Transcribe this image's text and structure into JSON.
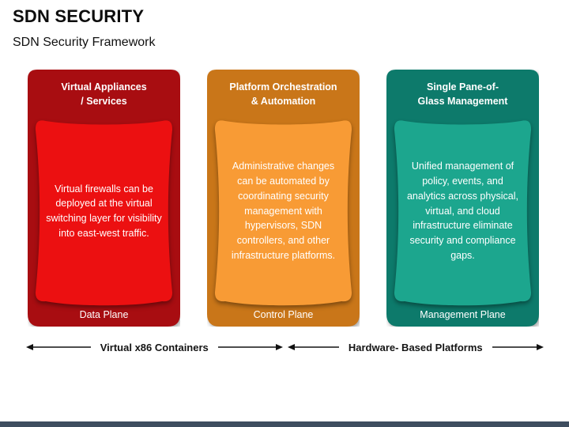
{
  "slide": {
    "title": "SDN SECURITY",
    "subtitle": "SDN Security Framework"
  },
  "columns": [
    {
      "header_line1": "Virtual Appliances",
      "header_line2": "/ Services",
      "body": "Virtual firewalls can be deployed at the virtual switching layer for visibility into east-west traffic.",
      "footer": "Data Plane",
      "dark_color": "#A80D11",
      "bright_color": "#EC1011"
    },
    {
      "header_line1": "Platform Orchestration",
      "header_line2": "& Automation",
      "body": "Administrative changes can be automated by coordinating security management with hypervisors, SDN controllers, and other infrastructure platforms.",
      "footer": "Control Plane",
      "dark_color": "#C97619",
      "bright_color": "#F89B35"
    },
    {
      "header_line1": "Single Pane-of-",
      "header_line2": "Glass Management",
      "body": "Unified management of policy, events, and analytics across physical, virtual, and cloud infrastructure eliminate security and compliance gaps.",
      "footer": "Management Plane",
      "dark_color": "#0D7A6B",
      "bright_color": "#1CA68E"
    }
  ],
  "axis": {
    "left_label": "Virtual x86 Containers",
    "right_label": "Hardware- Based Platforms"
  },
  "bottom_bar_color": "#3E4D5F"
}
